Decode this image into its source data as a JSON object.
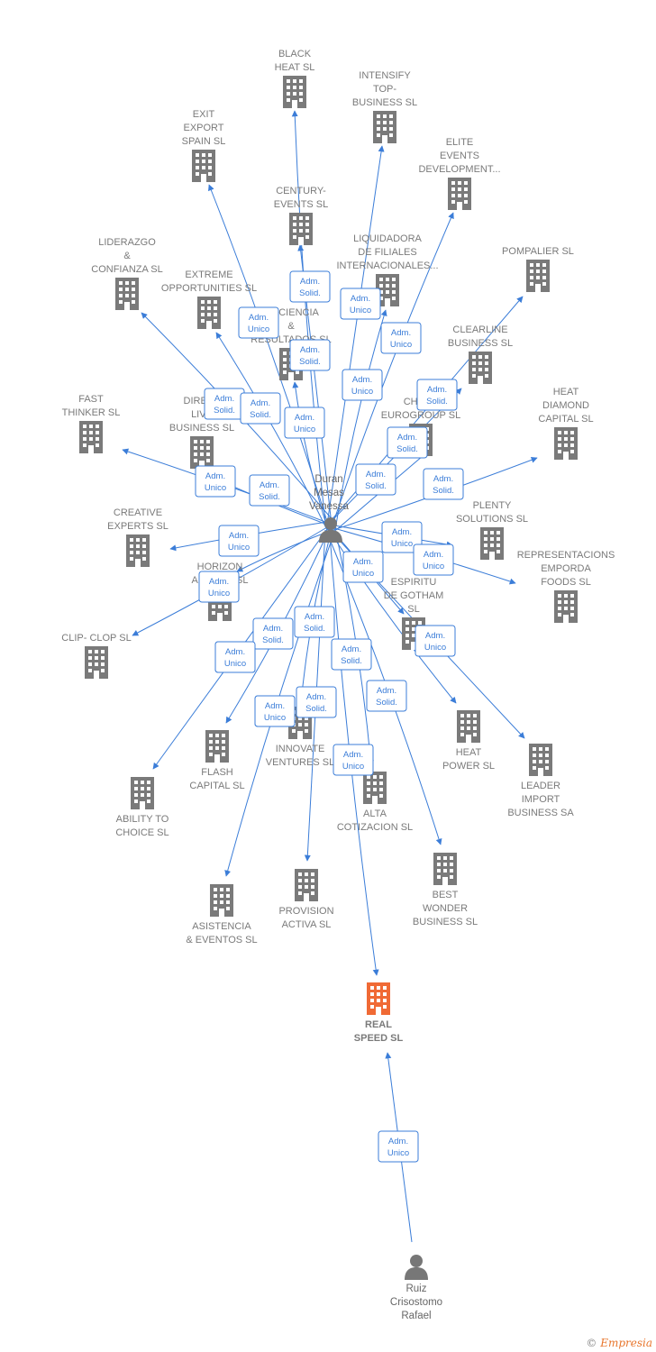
{
  "colors": {
    "edge": "#3b7dd8",
    "building": "#7a7a7a",
    "highlight_building": "#f06a35",
    "person": "#777777",
    "label": "#7a7a7a"
  },
  "persons": [
    {
      "id": "duran",
      "lines": [
        "Duran",
        "Mesas",
        "Vanessa"
      ],
      "icon": "person-icon"
    },
    {
      "id": "ruiz",
      "lines": [
        "Ruiz",
        "Crisostomo",
        "Rafael"
      ],
      "icon": "person-icon"
    }
  ],
  "companies": [
    {
      "id": "black-heat",
      "lines": [
        "BLACK",
        "HEAT SL"
      ]
    },
    {
      "id": "intensify",
      "lines": [
        "INTENSIFY",
        "TOP-",
        "BUSINESS SL"
      ]
    },
    {
      "id": "exit-export",
      "lines": [
        "EXIT",
        "EXPORT",
        "SPAIN SL"
      ]
    },
    {
      "id": "elite-events",
      "lines": [
        "ELITE",
        "EVENTS",
        "DEVELOPMENT..."
      ]
    },
    {
      "id": "century-events",
      "lines": [
        "CENTURY-",
        "EVENTS SL"
      ]
    },
    {
      "id": "liderazgo",
      "lines": [
        "LIDERAZGO",
        "&",
        "CONFIANZA SL"
      ]
    },
    {
      "id": "liquidadora",
      "lines": [
        "LIQUIDADORA",
        "DE FILIALES",
        "INTERNACIONALES..."
      ]
    },
    {
      "id": "pompalier",
      "lines": [
        "POMPALIER SL"
      ]
    },
    {
      "id": "extreme",
      "lines": [
        "EXTREME",
        "OPPORTUNITIES SL"
      ]
    },
    {
      "id": "eficiencia",
      "lines": [
        "EFICIENCIA",
        "&",
        "RESULTADOS SL"
      ]
    },
    {
      "id": "clearline",
      "lines": [
        "CLEARLINE",
        "BUSINESS SL"
      ]
    },
    {
      "id": "fast-thinker",
      "lines": [
        "FAST",
        "THINKER SL"
      ]
    },
    {
      "id": "direct-live",
      "lines": [
        "DIRECT",
        "LIVE",
        "BUSINESS SL"
      ]
    },
    {
      "id": "check-eurogroup",
      "lines": [
        "CHECK",
        "EUROGROUP SL"
      ]
    },
    {
      "id": "heat-diamond",
      "lines": [
        "HEAT",
        "DIAMOND",
        "CAPITAL SL"
      ]
    },
    {
      "id": "creative-experts",
      "lines": [
        "CREATIVE",
        "EXPERTS SL"
      ]
    },
    {
      "id": "plenty",
      "lines": [
        "PLENTY",
        "SOLUTIONS SL"
      ]
    },
    {
      "id": "representacions",
      "lines": [
        "REPRESENTACIONS",
        "EMPORDA",
        "FOODS SL"
      ]
    },
    {
      "id": "horizon",
      "lines": [
        "HORIZON",
        "ABROAD SL"
      ]
    },
    {
      "id": "espiritu",
      "lines": [
        "ESPIRITU",
        "DE GOTHAM",
        "SL"
      ]
    },
    {
      "id": "clip-clop",
      "lines": [
        "CLIP- CLOP SL"
      ]
    },
    {
      "id": "heat-power",
      "lines": [
        "HEAT",
        "POWER SL"
      ]
    },
    {
      "id": "leader-import",
      "lines": [
        "LEADER",
        "IMPORT",
        "BUSINESS SA"
      ]
    },
    {
      "id": "flash-capital",
      "lines": [
        "FLASH",
        "CAPITAL SL"
      ]
    },
    {
      "id": "innovate",
      "lines": [
        "INNOVATE",
        "VENTURES SL"
      ]
    },
    {
      "id": "ability",
      "lines": [
        "ABILITY TO",
        "CHOICE SL"
      ]
    },
    {
      "id": "alta-cotizacion",
      "lines": [
        "ALTA",
        "COTIZACION SL"
      ]
    },
    {
      "id": "asistencia",
      "lines": [
        "ASISTENCIA",
        "& EVENTOS SL"
      ]
    },
    {
      "id": "provision",
      "lines": [
        "PROVISION",
        "ACTIVA SL"
      ]
    },
    {
      "id": "best-wonder",
      "lines": [
        "BEST",
        "WONDER",
        "BUSINESS SL"
      ]
    },
    {
      "id": "real-speed",
      "lines": [
        "REAL",
        "SPEED SL"
      ],
      "highlight": true
    }
  ],
  "relations": [
    {
      "from": "duran",
      "to": "black-heat",
      "role": [
        "Adm.",
        "Solid."
      ]
    },
    {
      "from": "duran",
      "to": "intensify",
      "role": [
        "Adm.",
        "Unico"
      ]
    },
    {
      "from": "duran",
      "to": "exit-export",
      "role": [
        "Adm.",
        "Unico"
      ]
    },
    {
      "from": "duran",
      "to": "elite-events",
      "role": [
        "Adm.",
        "Unico"
      ]
    },
    {
      "from": "duran",
      "to": "century-events",
      "role": [
        "Adm.",
        "Solid."
      ]
    },
    {
      "from": "duran",
      "to": "liderazgo",
      "role": [
        "Adm.",
        "Solid."
      ]
    },
    {
      "from": "duran",
      "to": "liquidadora",
      "role": [
        "Adm.",
        "Unico"
      ]
    },
    {
      "from": "duran",
      "to": "pompalier",
      "role": [
        "Adm.",
        "Solid."
      ]
    },
    {
      "from": "duran",
      "to": "extreme",
      "role": [
        "Adm.",
        "Solid."
      ]
    },
    {
      "from": "duran",
      "to": "eficiencia",
      "role": [
        "Adm.",
        "Unico"
      ]
    },
    {
      "from": "duran",
      "to": "clearline",
      "role": [
        "Adm.",
        "Solid."
      ]
    },
    {
      "from": "duran",
      "to": "fast-thinker",
      "role": [
        "Adm.",
        "Unico"
      ]
    },
    {
      "from": "duran",
      "to": "direct-live",
      "role": [
        "Adm.",
        "Solid."
      ]
    },
    {
      "from": "duran",
      "to": "check-eurogroup",
      "role": [
        "Adm.",
        "Solid."
      ]
    },
    {
      "from": "duran",
      "to": "heat-diamond",
      "role": [
        "Adm.",
        "Solid."
      ]
    },
    {
      "from": "duran",
      "to": "creative-experts",
      "role": [
        "Adm.",
        "Unico"
      ]
    },
    {
      "from": "duran",
      "to": "plenty",
      "role": [
        "Adm.",
        "Unico"
      ]
    },
    {
      "from": "duran",
      "to": "representacions",
      "role": [
        "Adm.",
        "Unico"
      ]
    },
    {
      "from": "duran",
      "to": "horizon",
      "role": [
        "Adm.",
        "Unico"
      ]
    },
    {
      "from": "duran",
      "to": "espiritu",
      "role": [
        "Adm.",
        "Unico"
      ]
    },
    {
      "from": "duran",
      "to": "clip-clop",
      "role": [
        "Adm.",
        "Unico"
      ]
    },
    {
      "from": "duran",
      "to": "heat-power",
      "role": [
        "Adm.",
        "Solid."
      ]
    },
    {
      "from": "duran",
      "to": "leader-import",
      "role": [
        "Adm.",
        "Unico"
      ]
    },
    {
      "from": "duran",
      "to": "flash-capital",
      "role": [
        "Adm.",
        "Solid."
      ]
    },
    {
      "from": "duran",
      "to": "innovate",
      "role": [
        "Adm.",
        "Unico"
      ]
    },
    {
      "from": "duran",
      "to": "ability",
      "role": [
        "Adm.",
        "Unico"
      ]
    },
    {
      "from": "duran",
      "to": "alta-cotizacion",
      "role": [
        "Adm.",
        "Solid."
      ]
    },
    {
      "from": "duran",
      "to": "asistencia",
      "role": [
        "Adm.",
        "Unico"
      ]
    },
    {
      "from": "duran",
      "to": "provision",
      "role": [
        "Adm.",
        "Solid."
      ]
    },
    {
      "from": "duran",
      "to": "best-wonder",
      "role": [
        "Adm.",
        "Solid."
      ]
    },
    {
      "from": "duran",
      "to": "real-speed",
      "role": [
        "Adm.",
        "Unico"
      ]
    },
    {
      "from": "ruiz",
      "to": "real-speed",
      "role": [
        "Adm.",
        "Unico"
      ]
    }
  ],
  "footer": {
    "copyright": "©",
    "brand": "Empresia"
  }
}
